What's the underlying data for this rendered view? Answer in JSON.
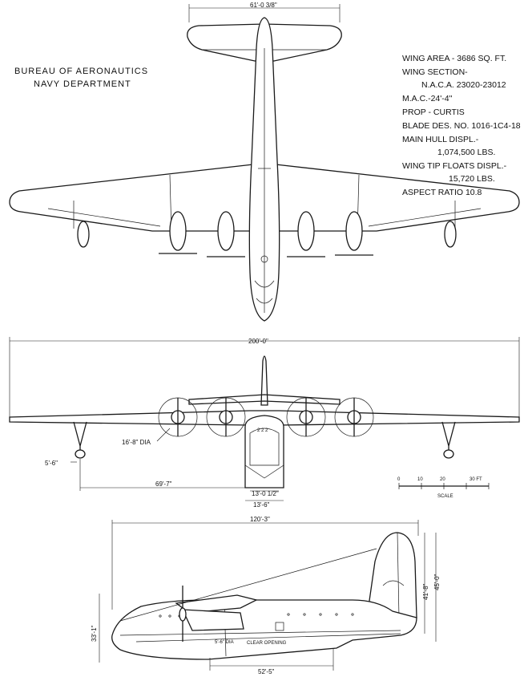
{
  "header": {
    "line1": "BUREAU OF AERONAUTICS",
    "line2": "NAVY DEPARTMENT"
  },
  "specs": [
    "WING AREA - 3686 SQ. FT.",
    "WING SECTION-",
    "N.A.C.A. 23020-23012",
    "M.A.C.-24'-4\"",
    "PROP - CURTIS",
    "BLADE DES. NO. 1016-1C4-18",
    "MAIN HULL DISPL.-",
    "1,074,500 LBS.",
    "WING TIP FLOATS DISPL.-",
    "15,720 LBS.",
    "ASPECT RATIO 10.8"
  ],
  "dimensions": {
    "tail_span": "61'-0 3/8\"",
    "wing_span": "200'-0\"",
    "prop_dia": "16'-8\" DIA",
    "float_height": "5'-6\"",
    "engine_offset": "69'-7\"",
    "hull_width_inner": "13'-0 1/2\"",
    "hull_width_outer": "13'-6\"",
    "overall_length": "120'-3\"",
    "overall_height": "45'-0\"",
    "tail_height": "41'-8\"",
    "hull_depth": "33'-1\"",
    "step_length": "52'-5\"",
    "clear_opening": "CLEAR OPENING",
    "door_label": "5'-6\" DIA"
  },
  "scale": {
    "ticks": [
      "0",
      "10",
      "20",
      "30 FT"
    ],
    "label": "SCALE"
  }
}
